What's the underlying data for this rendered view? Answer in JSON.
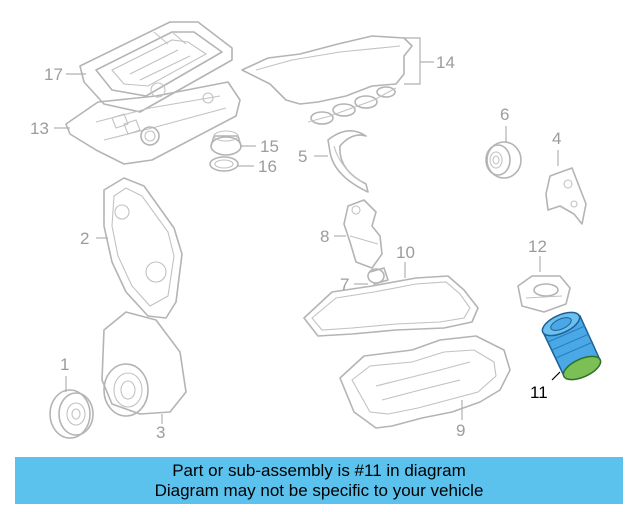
{
  "diagram": {
    "callouts": [
      {
        "id": "17",
        "label": "17"
      },
      {
        "id": "13",
        "label": "13"
      },
      {
        "id": "14",
        "label": "14"
      },
      {
        "id": "15",
        "label": "15"
      },
      {
        "id": "16",
        "label": "16"
      },
      {
        "id": "5",
        "label": "5"
      },
      {
        "id": "6",
        "label": "6"
      },
      {
        "id": "4",
        "label": "4"
      },
      {
        "id": "2",
        "label": "2"
      },
      {
        "id": "8",
        "label": "8"
      },
      {
        "id": "10",
        "label": "10"
      },
      {
        "id": "12",
        "label": "12"
      },
      {
        "id": "7",
        "label": "7"
      },
      {
        "id": "1",
        "label": "1"
      },
      {
        "id": "3",
        "label": "3"
      },
      {
        "id": "9",
        "label": "9"
      },
      {
        "id": "11",
        "label": "11"
      }
    ],
    "highlighted_part": "11",
    "colors": {
      "line_art": "#b4b4b4",
      "highlight_fill": "#4aa8e6",
      "highlight_ring": "#7bbf55",
      "banner_bg": "#5bc2ee"
    }
  },
  "banner": {
    "line1": "Part or sub-assembly is #11 in diagram",
    "line2": "Diagram may not be specific to your vehicle"
  }
}
